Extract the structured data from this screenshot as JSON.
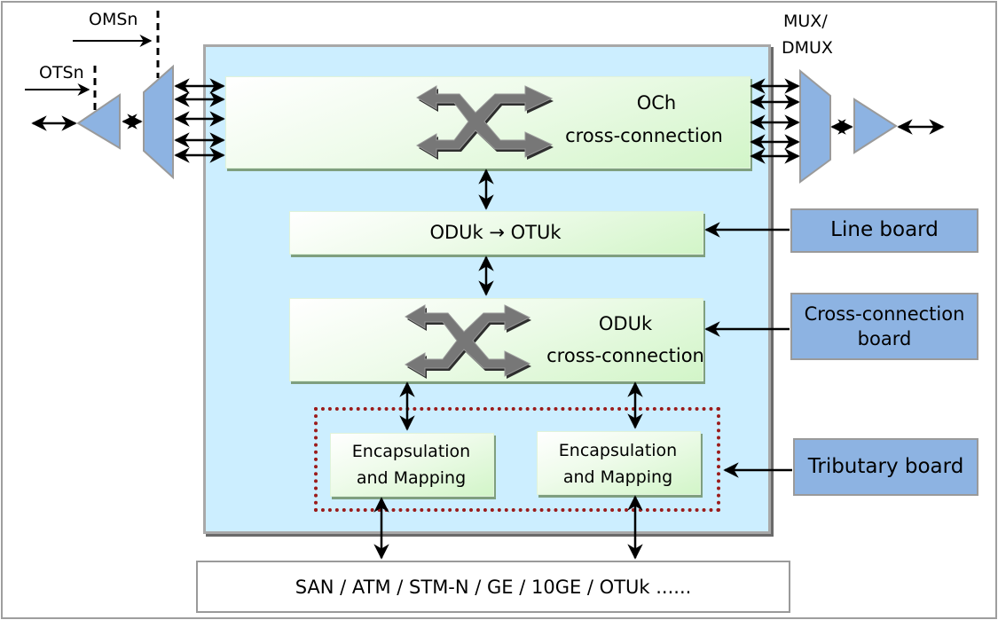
{
  "labels": {
    "omsn": "OMSn",
    "otsn": "OTSn",
    "mux_dmux_line1": "MUX/",
    "mux_dmux_line2": "DMUX"
  },
  "blocks": {
    "och_line1": "OCh",
    "och_line2": "cross-connection",
    "oduk_otuk": "ODUk → OTUk",
    "oduk_xc_line1": "ODUk",
    "oduk_xc_line2": "cross-connection",
    "encap1_line1": "Encapsulation",
    "encap1_line2": "and Mapping",
    "encap2_line1": "Encapsulation",
    "encap2_line2": "and Mapping"
  },
  "boards": {
    "line_board": "Line board",
    "xc_board_line1": "Cross-connection",
    "xc_board_line2": "board",
    "tributary_board": "Tributary board"
  },
  "services": "SAN / ATM / STM-N / GE / 10GE / OTUk ......",
  "colors": {
    "ne_background": "#cceeff",
    "board_fill": "#8db3e2",
    "amp_fill": "#8db3e2",
    "tributary_outline": "#9b1b1b",
    "switch_icon": "#777777"
  }
}
